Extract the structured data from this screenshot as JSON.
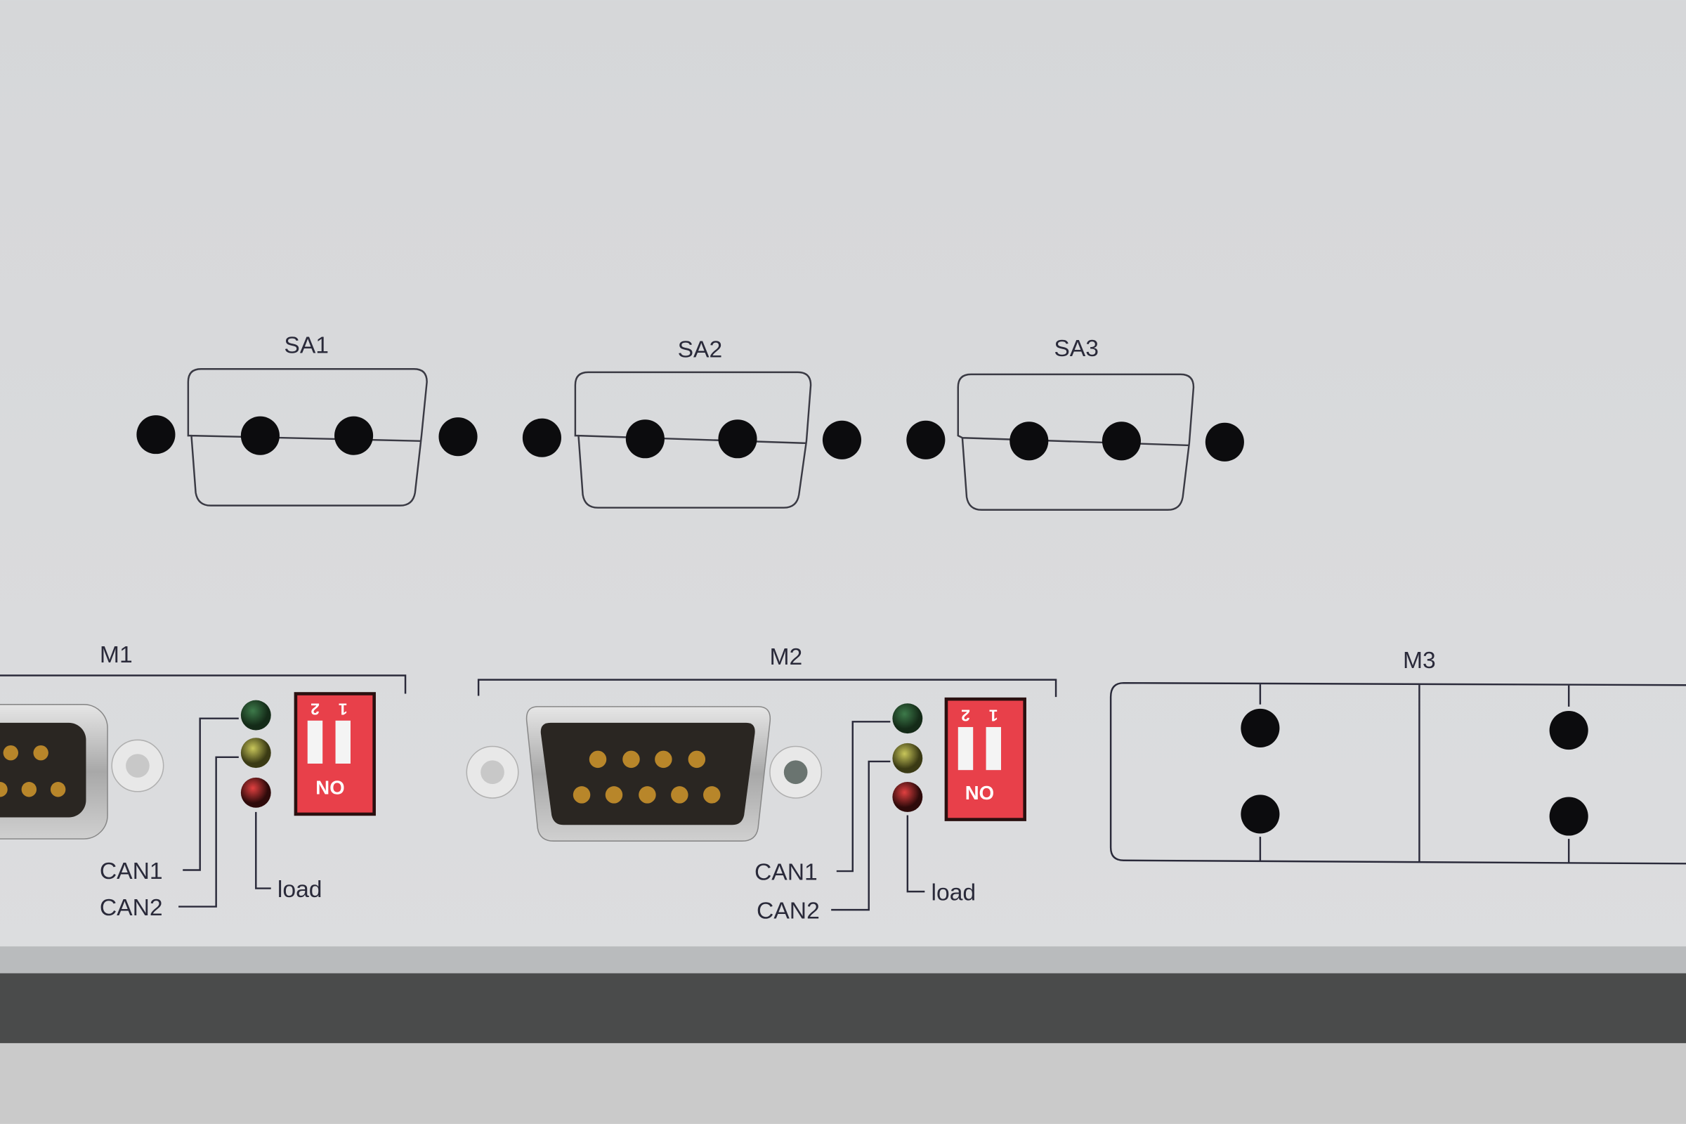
{
  "panel": {
    "slots": [
      "SA1",
      "SA2",
      "SA3"
    ],
    "modules": {
      "m1": {
        "label": "M1",
        "can1": "CAN1",
        "can2": "CAN2",
        "load": "load",
        "dip_on": "ON",
        "dip_1": "1",
        "dip_2": "2"
      },
      "m2": {
        "label": "M2",
        "can1": "CAN1",
        "can2": "CAN2",
        "load": "load",
        "dip_on": "ON",
        "dip_1": "1",
        "dip_2": "2"
      },
      "m3": {
        "label": "M3"
      }
    },
    "colors": {
      "panel": "#d8d9db",
      "led_green": "#1f4a2a",
      "led_yellow": "#8c8a2a",
      "led_red": "#b01818",
      "dip": "#e8404a"
    }
  }
}
